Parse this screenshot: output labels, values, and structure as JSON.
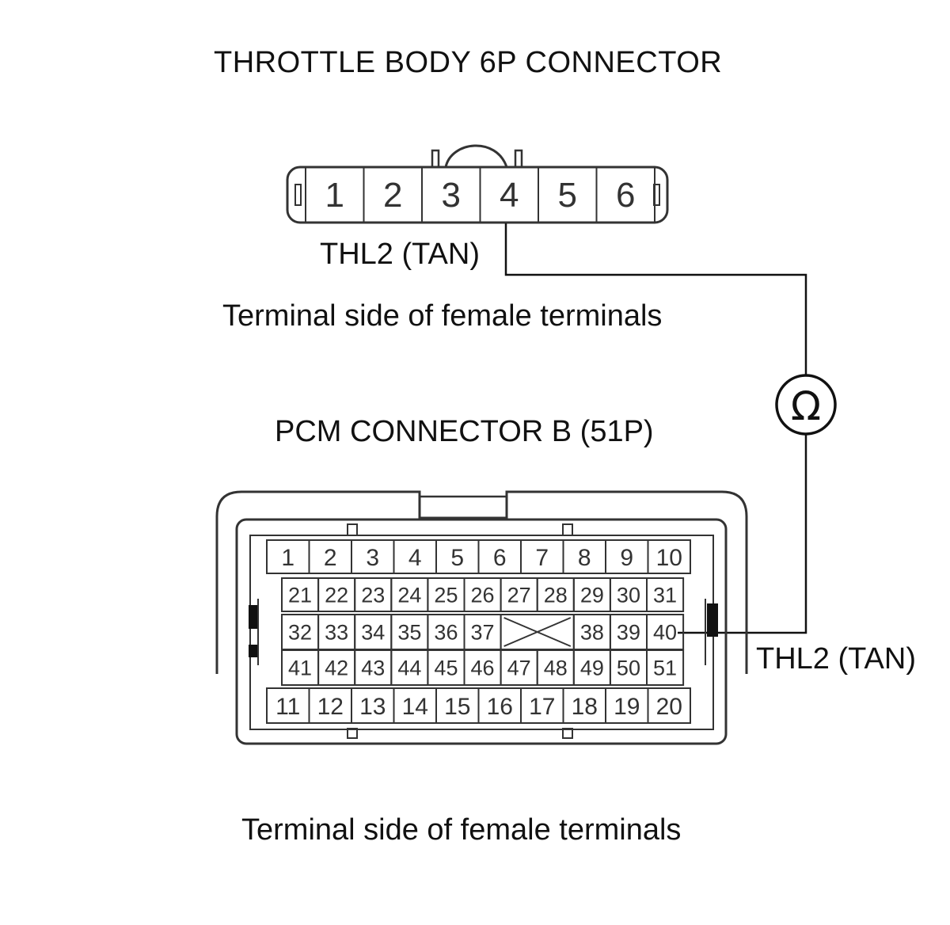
{
  "throttle_connector": {
    "title": "THROTTLE BODY 6P CONNECTOR",
    "pins": [
      "1",
      "2",
      "3",
      "4",
      "5",
      "6"
    ],
    "wire_label": "THL2 (TAN)",
    "side_label": "Terminal side of female terminals"
  },
  "meter": {
    "symbol": "Ω"
  },
  "pcm_connector": {
    "title": "PCM CONNECTOR B (51P)",
    "rows": [
      [
        "1",
        "2",
        "3",
        "4",
        "5",
        "6",
        "7",
        "8",
        "9",
        "10"
      ],
      [
        "21",
        "22",
        "23",
        "24",
        "25",
        "26",
        "27",
        "28",
        "29",
        "30",
        "31"
      ],
      [
        "32",
        "33",
        "34",
        "35",
        "36",
        "37",
        "",
        "38",
        "39",
        "40"
      ],
      [
        "41",
        "42",
        "43",
        "44",
        "45",
        "46",
        "47",
        "48",
        "49",
        "50",
        "51"
      ],
      [
        "11",
        "12",
        "13",
        "14",
        "15",
        "16",
        "17",
        "18",
        "19",
        "20"
      ]
    ],
    "wire_label": "THL2 (TAN)",
    "side_label": "Terminal side of female terminals"
  }
}
